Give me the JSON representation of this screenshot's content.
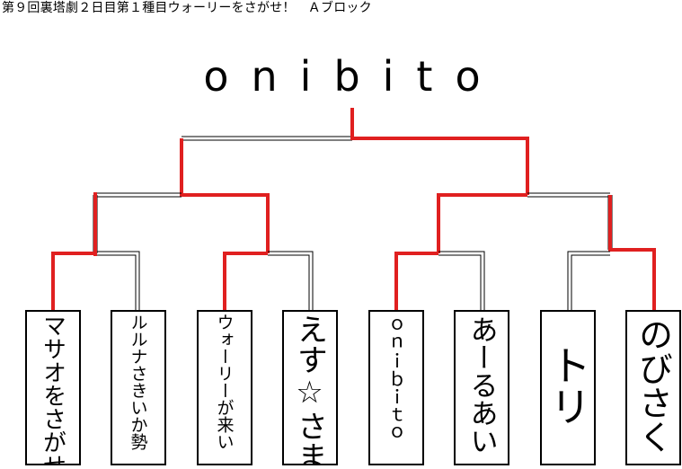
{
  "header": "第９回裏塔劇２日目第１種目ウォーリーをさがせ！　Ａブロック",
  "winner": "onibito",
  "entrants": [
    {
      "name": "マサオをさがせ",
      "advanced": true
    },
    {
      "name": "ルルナさきいか勢",
      "advanced": false
    },
    {
      "name": "ウォーリーが来い",
      "advanced": true
    },
    {
      "name": "えす☆さま",
      "advanced": false
    },
    {
      "name": "ｏｎｉｂｉｔｏ",
      "advanced": true
    },
    {
      "name": "あーるあい",
      "advanced": false
    },
    {
      "name": "トリ",
      "advanced": false
    },
    {
      "name": "のびさく",
      "advanced": true
    }
  ],
  "colors": {
    "win_line": "#e02020",
    "line": "#000000"
  }
}
